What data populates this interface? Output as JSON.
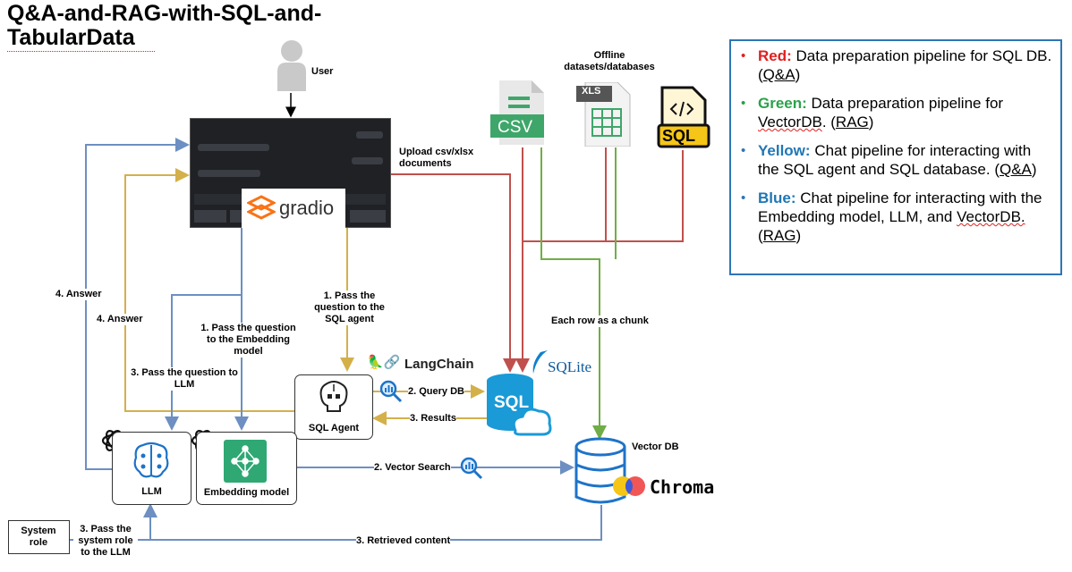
{
  "title": "Q&A-and-RAG-with-SQL-and-TabularData",
  "nodes": {
    "user": "User",
    "offline": "Offline datasets/databases",
    "csv": "CSV",
    "xls": "XLS",
    "sql_file": "SQL",
    "gradio": "gradio",
    "langchain": "LangChain",
    "sqlite": "SQLite",
    "sql_db": "SQL",
    "sql_agent": "SQL Agent",
    "llm": "LLM",
    "embedding": "Embedding model",
    "vector_db": "Vector DB",
    "chroma": "Chroma",
    "system_role": "System role"
  },
  "edges": {
    "upload": "Upload csv/xlsx documents",
    "answer_blue": "4. Answer",
    "answer_yellow": "4. Answer",
    "pass_embedding": "1. Pass the question to the Embedding model",
    "pass_sql_agent": "1. Pass the question to the SQL agent",
    "pass_llm": "3. Pass the question to LLM",
    "query_db": "2. Query DB",
    "results": "3. Results",
    "vector_search": "2. Vector Search",
    "chunk": "Each row as a chunk",
    "pass_system_role": "3. Pass the system role to the LLM",
    "retrieved": "3. Retrieved content"
  },
  "legend": {
    "red_key": "Red:",
    "red_text": "Data preparation pipeline for SQL DB.",
    "red_tag": "Q&A",
    "green_key": "Green:",
    "green_text_a": "Data preparation pipeline for",
    "green_text_b": "VectorDB",
    "green_tag": "RAG",
    "yellow_key": "Yellow:",
    "yellow_text": "Chat pipeline for interacting with the SQL agent and SQL database.",
    "yellow_tag": "Q&A",
    "blue_key": "Blue:",
    "blue_text_a": "Chat pipeline for interacting with the Embedding model, LLM, and",
    "blue_text_b": "VectorDB.",
    "blue_tag": "RAG"
  },
  "colors": {
    "red": "#c0504d",
    "green": "#70ad47",
    "yellow": "#d4b04a",
    "blue": "#6d8fc2",
    "legend_border": "#2e75b6"
  },
  "icons": [
    "user-icon",
    "csv-file-icon",
    "xls-file-icon",
    "sql-file-icon",
    "gradio-logo-icon",
    "langchain-logo-icon",
    "sqlite-logo-icon",
    "sql-database-icon",
    "brain-robot-icon",
    "openai-icon",
    "neural-network-icon",
    "magnifier-chart-icon",
    "vector-database-icon",
    "chroma-logo-icon"
  ]
}
